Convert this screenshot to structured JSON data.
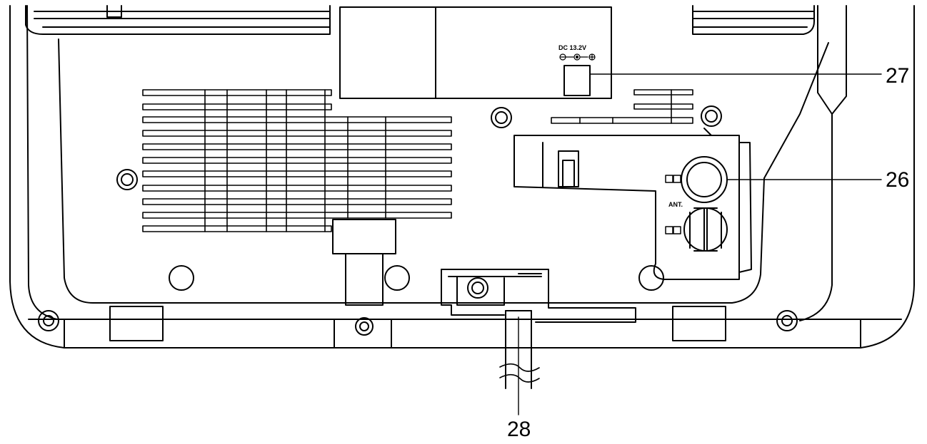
{
  "diagram": {
    "labels": {
      "dc_input": "DC 13.2V",
      "antenna": "ANT."
    },
    "callouts": [
      {
        "id": "c27",
        "number": "27"
      },
      {
        "id": "c26",
        "number": "26"
      },
      {
        "id": "c28",
        "number": "28"
      }
    ]
  }
}
